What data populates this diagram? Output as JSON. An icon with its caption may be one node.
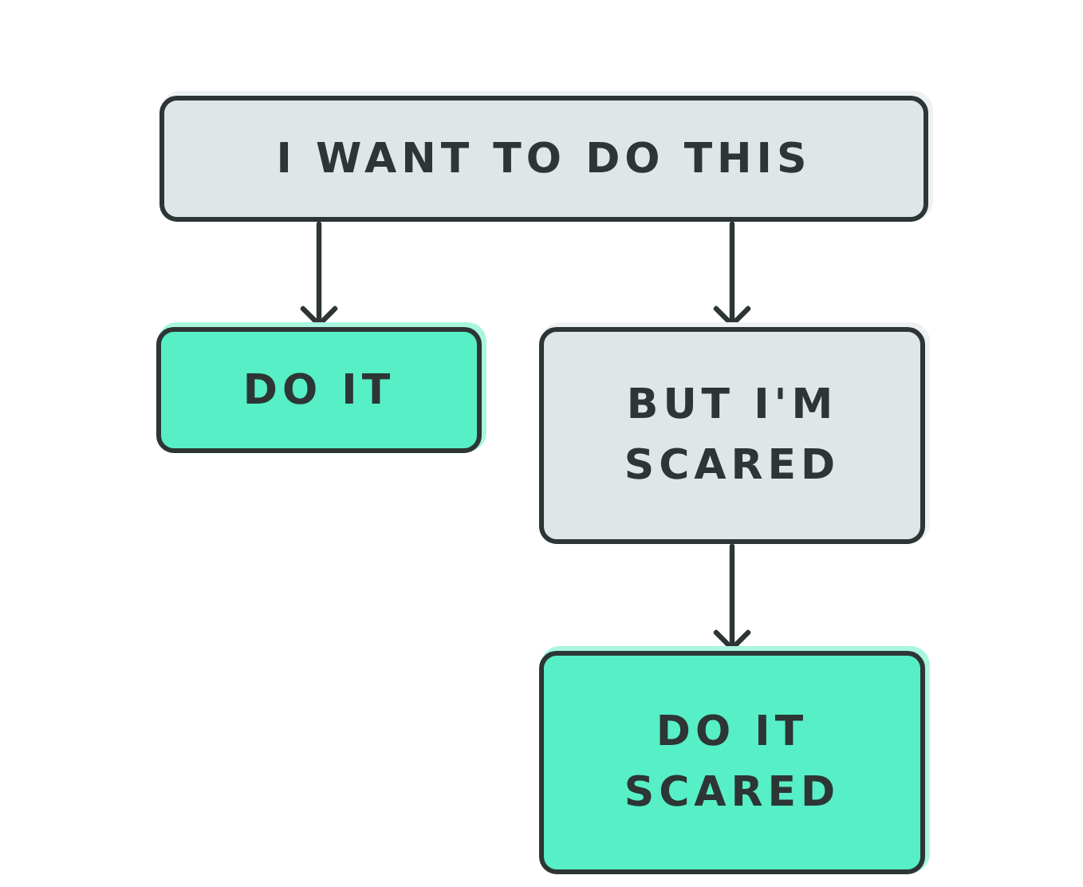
{
  "diagram": {
    "nodes": [
      {
        "text": [
          "I WANT TO DO THIS"
        ]
      },
      {
        "text": [
          "DO IT"
        ]
      },
      {
        "text": [
          "BUT I'M SCARED"
        ]
      },
      {
        "text": [
          "DO IT SCARED"
        ]
      }
    ],
    "edges": [
      {
        "from": 0,
        "to": 1,
        "arrow": "to"
      },
      {
        "from": 0,
        "to": 2,
        "arrow": "to"
      },
      {
        "from": 2,
        "to": 3,
        "arrow": "to"
      }
    ]
  }
}
